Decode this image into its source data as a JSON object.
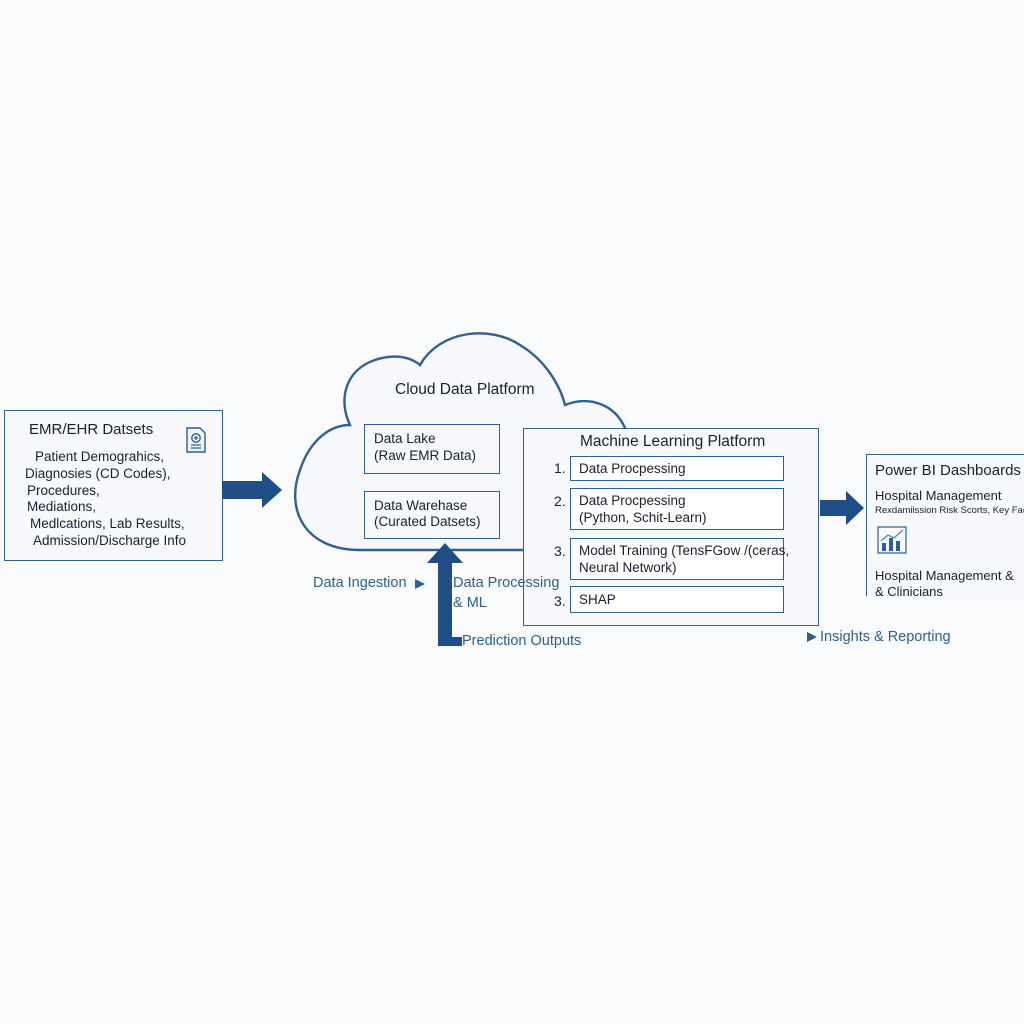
{
  "emr": {
    "title": "EMR/EHR Datsets",
    "items": [
      "Patient Demograhics,",
      "Diagnosies (CD Codes),",
      "Procedures,",
      "Mediations,",
      "Medlcations, Lab Results,",
      "Admission/Discharge Info"
    ]
  },
  "cloud": {
    "title": "Cloud Data Platform",
    "data_lake": {
      "line1": "Data Lake",
      "line2": "(Raw EMR Data)"
    },
    "data_warehouse": {
      "line1": "Data Warehase",
      "line2": "(Curated Datsets)"
    }
  },
  "ml": {
    "title": "Machine Learning Platform",
    "steps": [
      {
        "num": "1.",
        "line1": "Data Procpessing",
        "line2": ""
      },
      {
        "num": "2.",
        "line1": "Data Procpessing",
        "line2": "(Python, Schit-Learn)"
      },
      {
        "num": "3.",
        "line1": "Model Training (TensFGow /(ceras,",
        "line2": "Neural Network)"
      },
      {
        "num": "3.",
        "line1": "SHAP",
        "line2": ""
      }
    ]
  },
  "powerbi": {
    "title": "Power BI Dashboards",
    "line1": "Hospital Management",
    "line2": "Rexdamiission Risk Scorts, Key Factars",
    "line3": "Hospital Management &",
    "line4": "& Clinicians"
  },
  "labels": {
    "data_ingestion": "Data Ingestion",
    "data_processing_1": "Data Processing",
    "data_processing_2": "& ML",
    "prediction_outputs": "Prediction Outputs",
    "insights_reporting": "Insights & Reporting"
  },
  "colors": {
    "primary": "#2f5f93",
    "arrow": "#1f4e85"
  },
  "icons": [
    "document-icon",
    "bar-chart-icon",
    "arrow-right-icon",
    "arrow-up-icon",
    "triangle-right-icon"
  ]
}
